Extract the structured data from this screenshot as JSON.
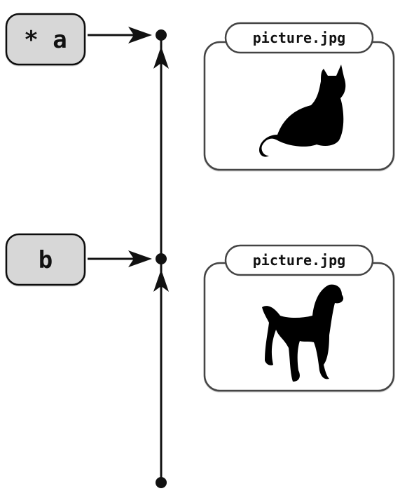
{
  "branches": [
    {
      "label": "* a"
    },
    {
      "label": "b"
    }
  ],
  "files": [
    {
      "filename": "picture.jpg",
      "image": "cat-silhouette-icon"
    },
    {
      "filename": "picture.jpg",
      "image": "dog-silhouette-icon"
    }
  ],
  "colors": {
    "branch_fill": "#d7d7d7",
    "stroke": "#111111",
    "background": "#ffffff"
  }
}
